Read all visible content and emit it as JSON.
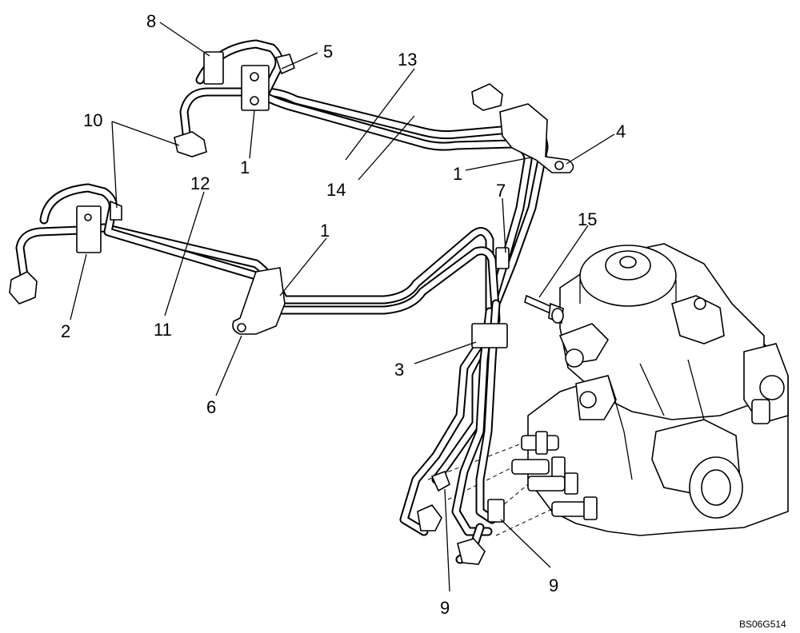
{
  "diagram": {
    "callouts": [
      "1",
      "1",
      "1",
      "2",
      "3",
      "4",
      "5",
      "6",
      "7",
      "8",
      "9",
      "9",
      "10",
      "11",
      "12",
      "13",
      "14",
      "15"
    ],
    "drawing_code": "BS06G514"
  }
}
